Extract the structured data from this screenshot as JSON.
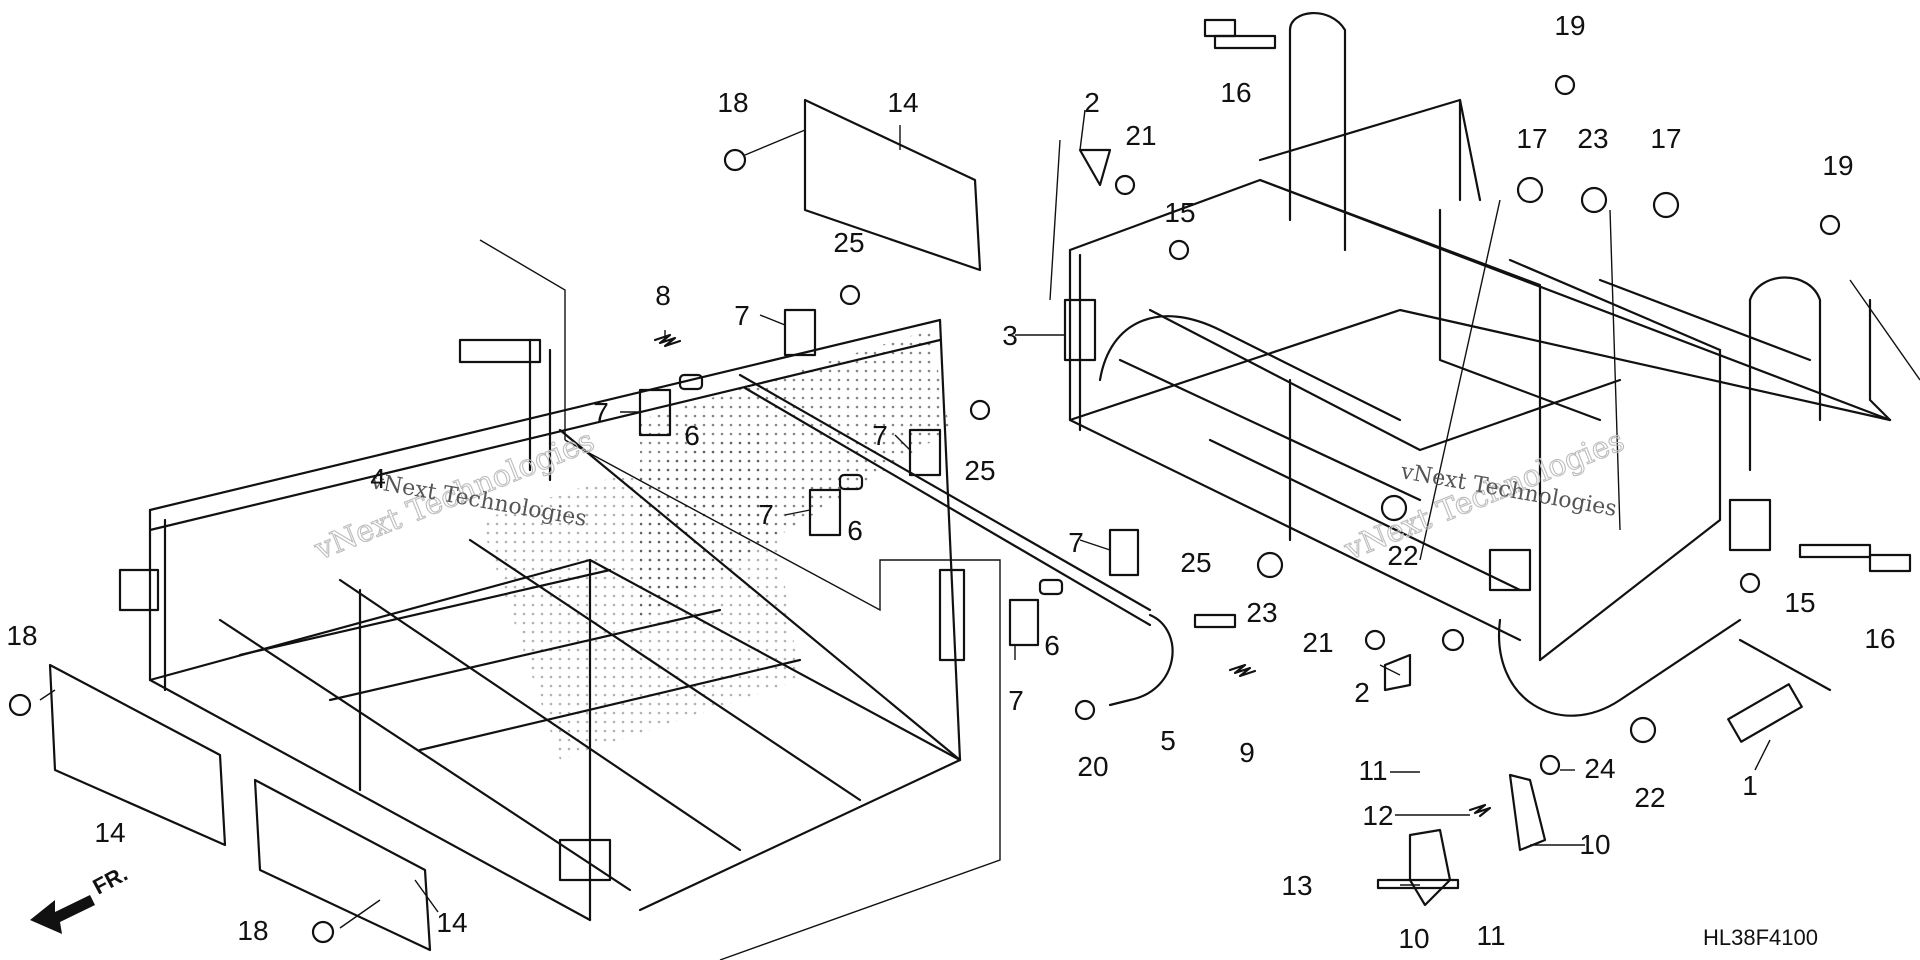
{
  "diagram": {
    "code": "HL38F4100",
    "front_marker": "FR.",
    "watermark": [
      "vNext Technologies",
      "vNext Technologies"
    ],
    "part_labels": [
      "1",
      "2",
      "2",
      "3",
      "4",
      "5",
      "6",
      "6",
      "6",
      "7",
      "7",
      "7",
      "7",
      "7",
      "7",
      "8",
      "9",
      "10",
      "10",
      "11",
      "11",
      "12",
      "13",
      "14",
      "14",
      "14",
      "15",
      "15",
      "16",
      "16",
      "17",
      "17",
      "18",
      "18",
      "18",
      "19",
      "19",
      "20",
      "21",
      "21",
      "22",
      "22",
      "23",
      "23",
      "24",
      "25",
      "25",
      "25"
    ]
  }
}
